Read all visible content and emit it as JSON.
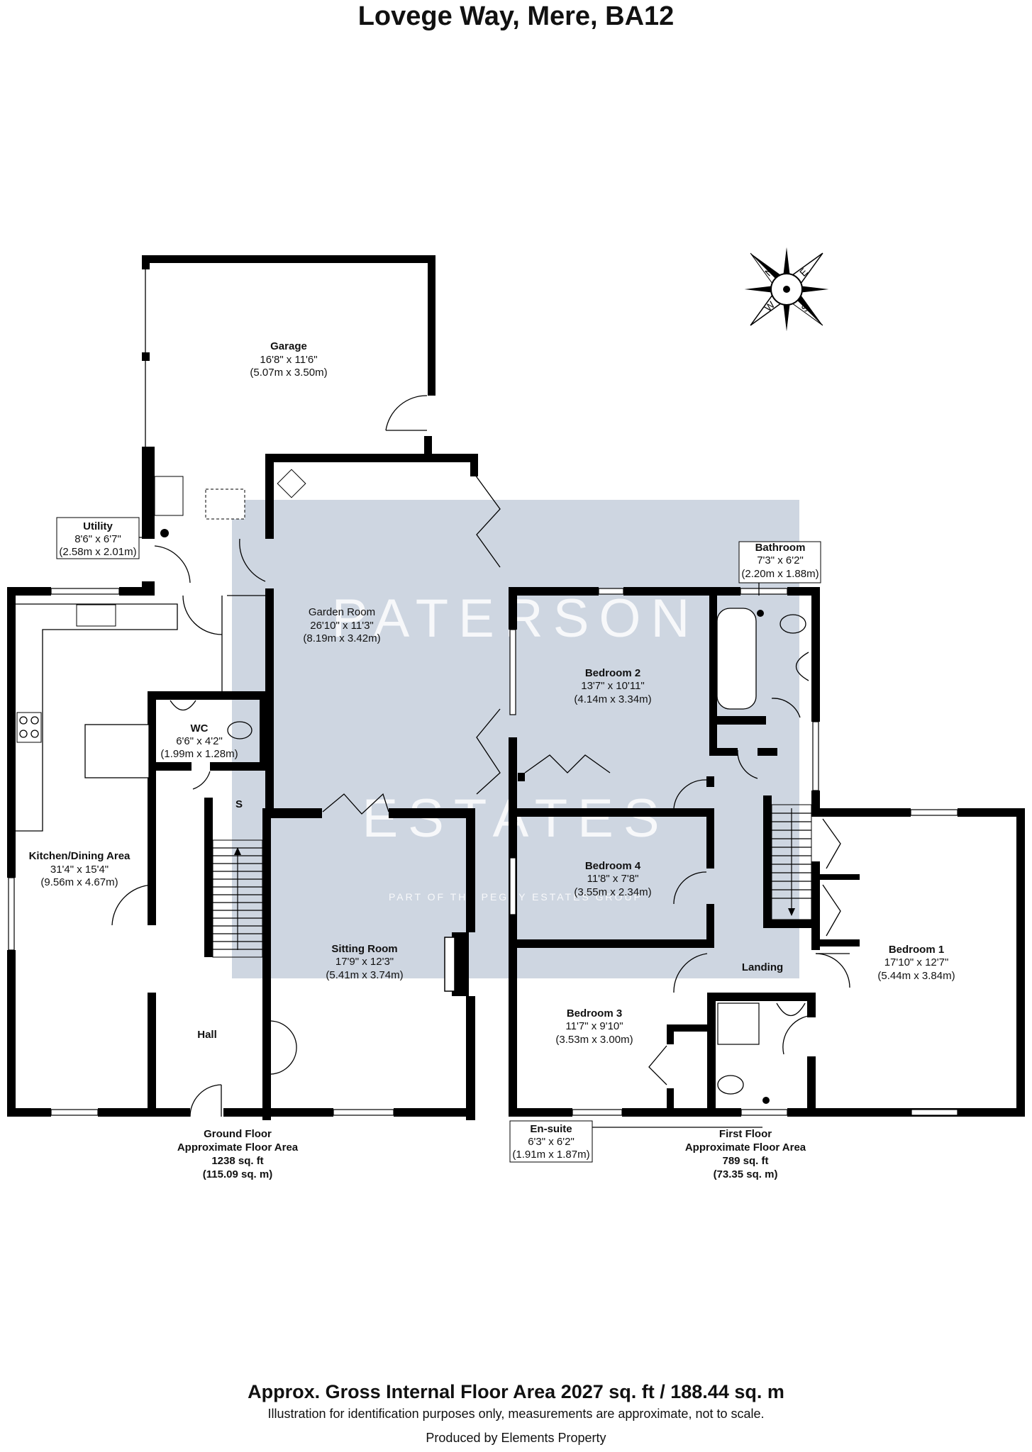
{
  "title": "Lovege Way, Mere, BA12",
  "watermark": {
    "line1": "PATERSON",
    "line2": "ESTATES",
    "line3": "PART OF THE PEGGY ESTATES GROUP"
  },
  "rooms": {
    "garage": {
      "name": "Garage",
      "imperial": "16'8\" x 11'6\"",
      "metric": "(5.07m x 3.50m)"
    },
    "utility": {
      "name": "Utility",
      "imperial": "8'6\" x 6'7\"",
      "metric": "(2.58m x 2.01m)"
    },
    "garden_room": {
      "name": "Garden Room",
      "imperial": "26'10\" x 11'3\"",
      "metric": "(8.19m x 3.42m)"
    },
    "wc": {
      "name": "WC",
      "imperial": "6'6\" x 4'2\"",
      "metric": "(1.99m x 1.28m)"
    },
    "kitchen": {
      "name": "Kitchen/Dining Area",
      "imperial": "31'4\" x 15'4\"",
      "metric": "(9.56m x 4.67m)"
    },
    "sitting": {
      "name": "Sitting Room",
      "imperial": "17'9\" x 12'3\"",
      "metric": "(5.41m x 3.74m)"
    },
    "hall": {
      "name": "Hall"
    },
    "stairs_mark": "S",
    "bathroom": {
      "name": "Bathroom",
      "imperial": "7'3\" x 6'2\"",
      "metric": "(2.20m x 1.88m)"
    },
    "bedroom2": {
      "name": "Bedroom 2",
      "imperial": "13'7\" x 10'11\"",
      "metric": "(4.14m x 3.34m)"
    },
    "bedroom4": {
      "name": "Bedroom 4",
      "imperial": "11'8\" x 7'8\"",
      "metric": "(3.55m x 2.34m)"
    },
    "bedroom1": {
      "name": "Bedroom 1",
      "imperial": "17'10\" x 12'7\"",
      "metric": "(5.44m x 3.84m)"
    },
    "landing": {
      "name": "Landing"
    },
    "bedroom3": {
      "name": "Bedroom 3",
      "imperial": "11'7\" x 9'10\"",
      "metric": "(3.53m x 3.00m)"
    },
    "ensuite": {
      "name": "En-suite",
      "imperial": "6'3\" x 6'2\"",
      "metric": "(1.91m x 1.87m)"
    }
  },
  "floors": {
    "ground": {
      "line1": "Ground Floor",
      "line2": "Approximate Floor Area",
      "line3": "1238 sq. ft",
      "line4": "(115.09 sq. m)"
    },
    "first": {
      "line1": "First Floor",
      "line2": "Approximate Floor Area",
      "line3": "789 sq. ft",
      "line4": "(73.35 sq. m)"
    }
  },
  "compass": {
    "n": "N",
    "e": "E",
    "s": "S",
    "w": "W"
  },
  "footer": {
    "gross": "Approx. Gross Internal Floor Area 2027 sq. ft / 188.44 sq. m",
    "disclaimer": "Illustration for identification purposes only, measurements are approximate, not to scale.",
    "producer": "Produced by Elements Property"
  }
}
